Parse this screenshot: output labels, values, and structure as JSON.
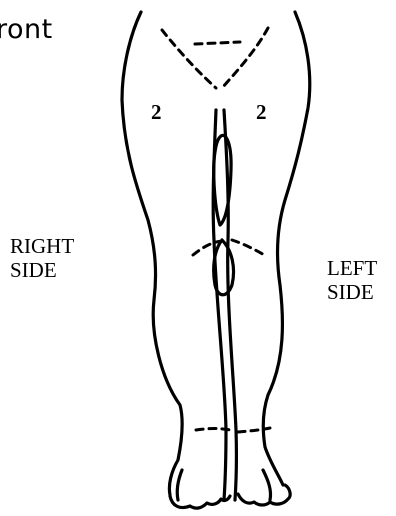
{
  "figure": {
    "title_fragment": "ront",
    "regions": [
      {
        "side": "right",
        "number": "2"
      },
      {
        "side": "left",
        "number": "2"
      }
    ],
    "side_labels": {
      "right": "RIGHT\nSIDE",
      "left": "LEFT\nSIDE"
    }
  },
  "colors": {
    "ink": "#000000",
    "background": "#ffffff"
  }
}
